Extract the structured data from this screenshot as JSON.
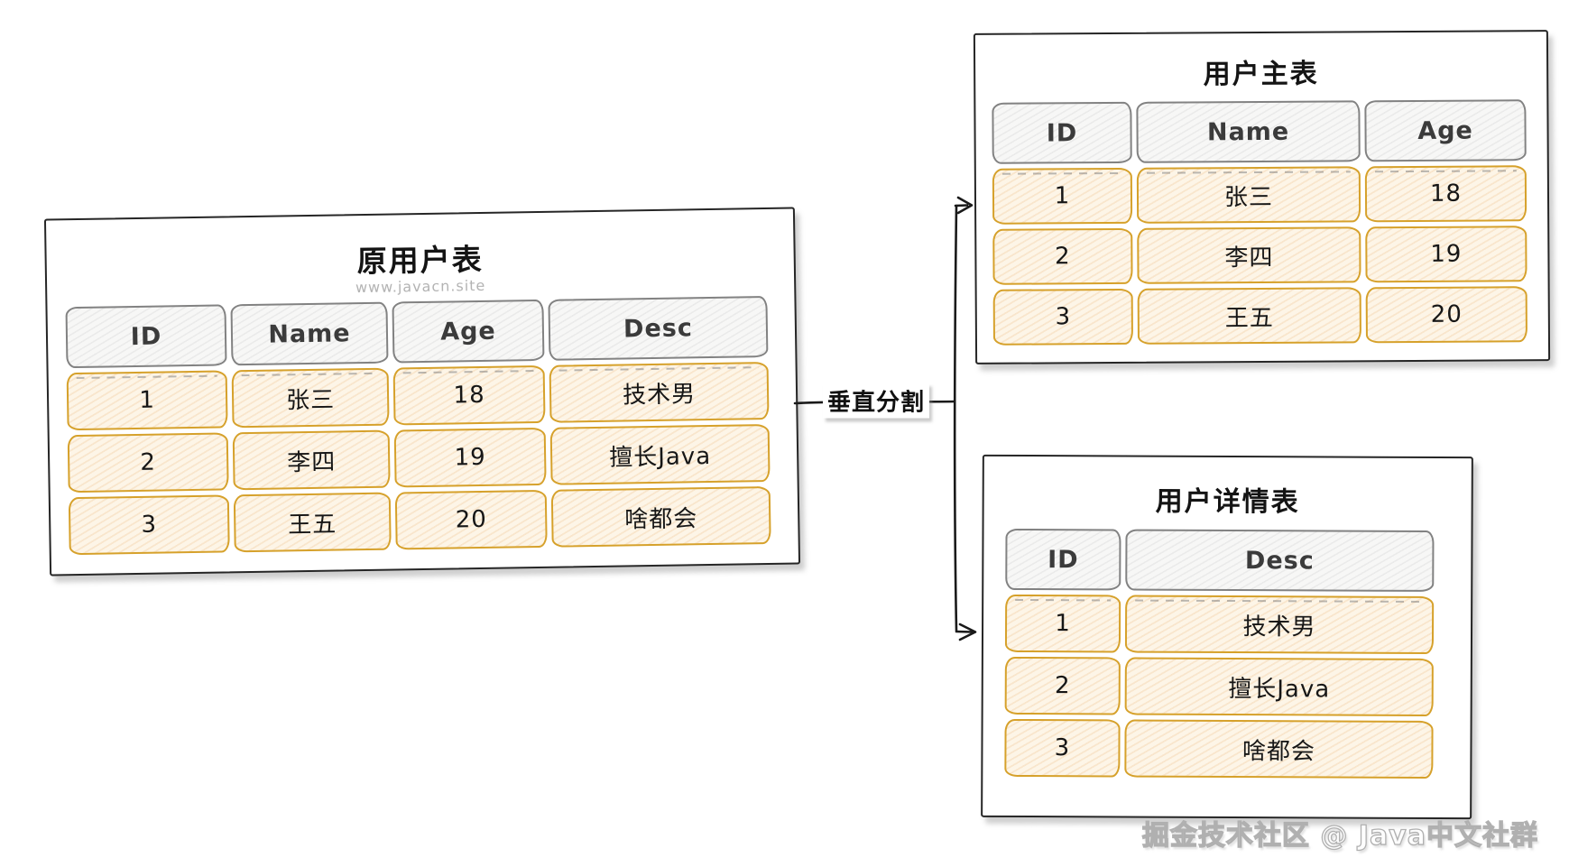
{
  "diagram": {
    "arrow_label": "垂直分割",
    "watermark": "掘金技术社区 @ Java中文社群"
  },
  "original_table": {
    "title": "原用户表",
    "subtitle": "www.javacn.site",
    "columns": [
      "ID",
      "Name",
      "Age",
      "Desc"
    ],
    "rows": [
      [
        "1",
        "张三",
        "18",
        "技术男"
      ],
      [
        "2",
        "李四",
        "19",
        "擅长Java"
      ],
      [
        "3",
        "王五",
        "20",
        "啥都会"
      ]
    ]
  },
  "main_table": {
    "title": "用户主表",
    "columns": [
      "ID",
      "Name",
      "Age"
    ],
    "rows": [
      [
        "1",
        "张三",
        "18"
      ],
      [
        "2",
        "李四",
        "19"
      ],
      [
        "3",
        "王五",
        "20"
      ]
    ]
  },
  "detail_table": {
    "title": "用户详情表",
    "columns": [
      "ID",
      "Desc"
    ],
    "rows": [
      [
        "1",
        "技术男"
      ],
      [
        "2",
        "擅长Java"
      ],
      [
        "3",
        "啥都会"
      ]
    ]
  },
  "colors": {
    "data_cell_border": "#d6a12b",
    "data_cell_fill": "#fdf5e7",
    "header_cell_border": "#828282",
    "header_cell_fill": "#f7f7f6",
    "panel_border": "#262626",
    "connector": "#1a1a1a",
    "subtitle_gray": "#b3b3b3"
  }
}
